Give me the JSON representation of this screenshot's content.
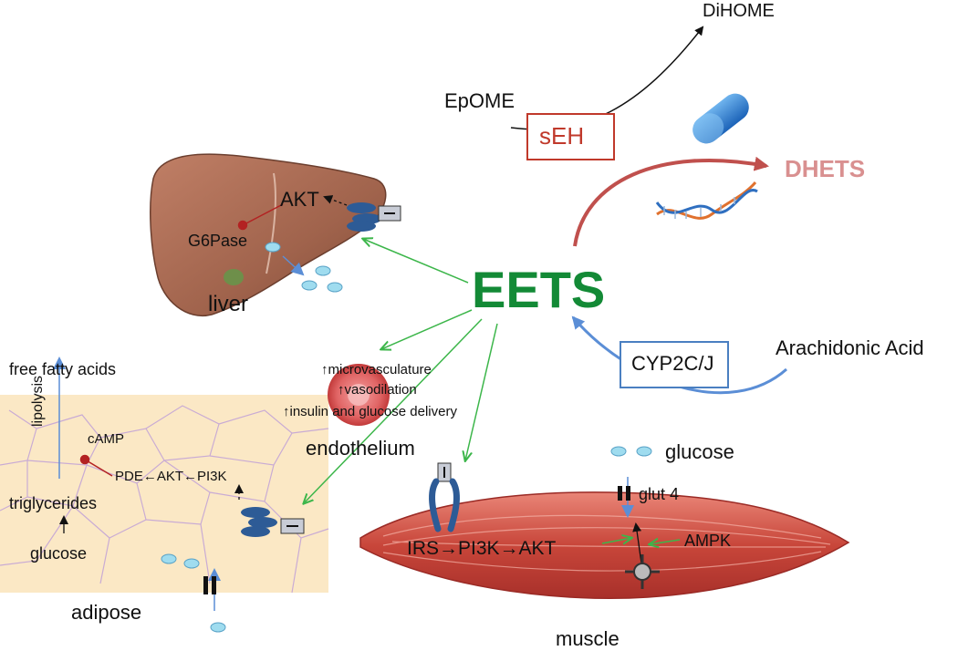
{
  "labels": {
    "dihome": "DiHOME",
    "epome": "EpOME",
    "seh": "sEH",
    "dhets": "DHETS",
    "eets": "EETS",
    "akt_liver": "AKT",
    "g6pase": "G6Pase",
    "liver": "liver",
    "arachidonic": "Arachidonic Acid",
    "cyp": "CYP2C/J",
    "microvasculature": "↑microvasculature",
    "vasodilation": "↑vasodilation",
    "insulin_delivery": "↑insulin and glucose delivery",
    "endothelium": "endothelium",
    "free_fatty_acids": "free fatty acids",
    "lipolysis": "lipolysis",
    "camp": "cAMP",
    "pde_chain": "PDE←AKT←PI3K",
    "triglycerides": "triglycerides",
    "glucose_adipose": "glucose",
    "adipose": "adipose",
    "glucose_muscle": "glucose",
    "glut4": "glut 4",
    "irs_chain": "IRS→PI3K→AKT",
    "ampk": "AMPK",
    "muscle": "muscle"
  },
  "colors": {
    "eets": "#138a36",
    "seh": "#c0392b",
    "dhets": "#d99090",
    "cyp_box": "#4a7fc1",
    "green_arrow": "#3cb64a",
    "blue_arrow": "#5b8ed6",
    "red_arrow": "#c0504d",
    "liver": "#a0634c",
    "muscle": "#c8463a",
    "adipose_bg": "#fbe8c5",
    "receptor": "#2d5b96",
    "glucose_dot": "#9fdcef"
  }
}
